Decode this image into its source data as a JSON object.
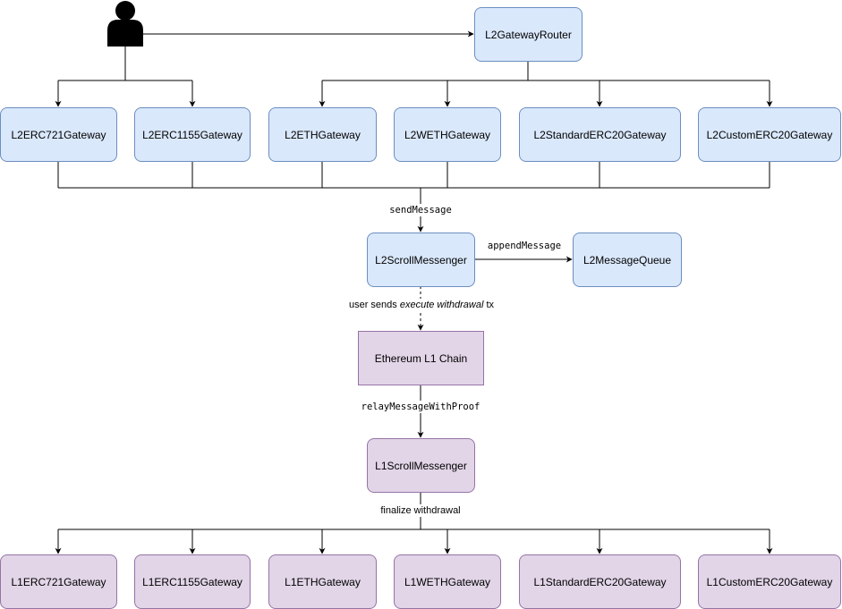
{
  "nodes": {
    "router": "L2GatewayRouter",
    "l2_erc721": "L2ERC721Gateway",
    "l2_erc1155": "L2ERC1155Gateway",
    "l2_eth": "L2ETHGateway",
    "l2_weth": "L2WETHGateway",
    "l2_standard_erc20": "L2StandardERC20Gateway",
    "l2_custom_erc20": "L2CustomERC20Gateway",
    "l2_scroll_messenger": "L2ScrollMessenger",
    "l2_message_queue": "L2MessageQueue",
    "ethereum_l1": "Ethereum L1 Chain",
    "l1_scroll_messenger": "L1ScrollMessenger",
    "l1_erc721": "L1ERC721Gateway",
    "l1_erc1155": "L1ERC1155Gateway",
    "l1_eth": "L1ETHGateway",
    "l1_weth": "L1WETHGateway",
    "l1_standard_erc20": "L1StandardERC20Gateway",
    "l1_custom_erc20": "L1CustomERC20Gateway"
  },
  "edge_labels": {
    "send_message": "sendMessage",
    "append_message": "appendMessage",
    "user_sends_prefix": "user sends ",
    "user_sends_italic": "execute withdrawal",
    "user_sends_suffix": " tx",
    "relay": "relayMessageWithProof",
    "finalize": "finalize withdrawal"
  },
  "colors": {
    "l2_fill": "#dae8fc",
    "l2_stroke": "#6c8ebf",
    "l1_fill": "#e1d5e7",
    "l1_stroke": "#9673a6",
    "line": "#000000"
  },
  "icons": {
    "user": "user-icon"
  }
}
